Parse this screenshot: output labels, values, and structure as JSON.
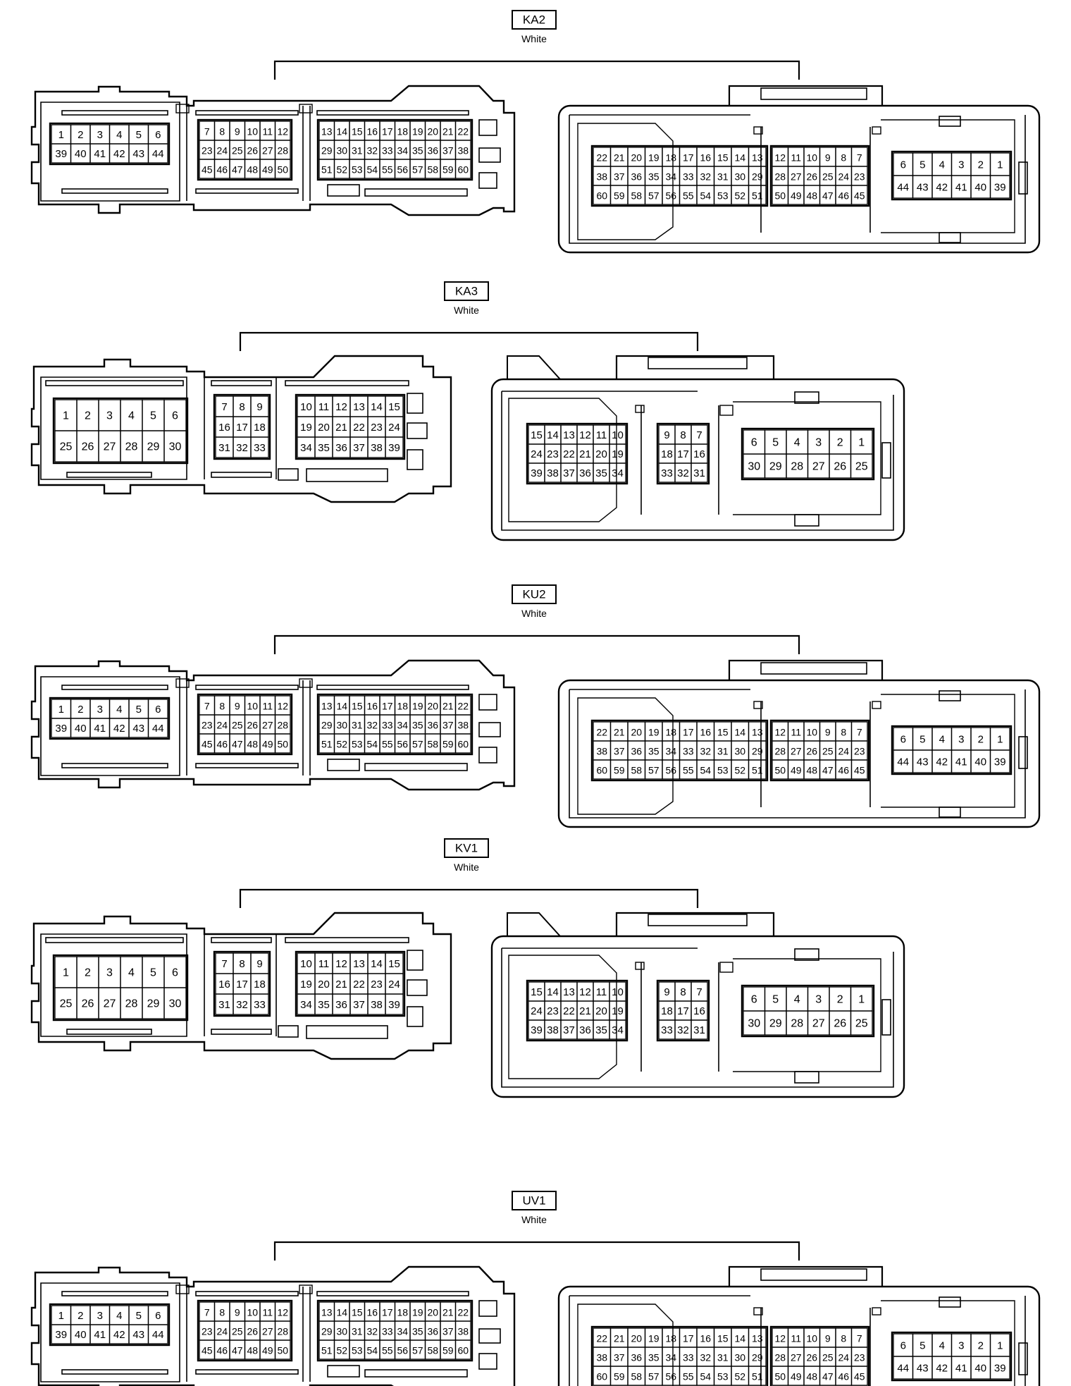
{
  "connectors": [
    {
      "id": "KA2",
      "color": "White",
      "family": "A",
      "left": [
        {
          "rows": [
            [
              "1",
              "2",
              "3",
              "4",
              "5",
              "6"
            ],
            [
              "39",
              "40",
              "41",
              "42",
              "43",
              "44"
            ]
          ]
        },
        {
          "rows": [
            [
              "7",
              "8",
              "9",
              "10",
              "11",
              "12"
            ],
            [
              "23",
              "24",
              "25",
              "26",
              "27",
              "28"
            ],
            [
              "45",
              "46",
              "47",
              "48",
              "49",
              "50"
            ]
          ]
        },
        {
          "rows": [
            [
              "13",
              "14",
              "15",
              "16",
              "17",
              "18",
              "19",
              "20",
              "21",
              "22"
            ],
            [
              "29",
              "30",
              "31",
              "32",
              "33",
              "34",
              "35",
              "36",
              "37",
              "38"
            ],
            [
              "51",
              "52",
              "53",
              "54",
              "55",
              "56",
              "57",
              "58",
              "59",
              "60"
            ]
          ]
        }
      ],
      "right": [
        {
          "rows": [
            [
              "22",
              "21",
              "20",
              "19",
              "18",
              "17",
              "16",
              "15",
              "14",
              "13"
            ],
            [
              "38",
              "37",
              "36",
              "35",
              "34",
              "33",
              "32",
              "31",
              "30",
              "29"
            ],
            [
              "60",
              "59",
              "58",
              "57",
              "56",
              "55",
              "54",
              "53",
              "52",
              "51"
            ]
          ]
        },
        {
          "rows": [
            [
              "12",
              "11",
              "10",
              "9",
              "8",
              "7"
            ],
            [
              "28",
              "27",
              "26",
              "25",
              "24",
              "23"
            ],
            [
              "50",
              "49",
              "48",
              "47",
              "46",
              "45"
            ]
          ]
        },
        {
          "rows": [
            [
              "6",
              "5",
              "4",
              "3",
              "2",
              "1"
            ],
            [
              "44",
              "43",
              "42",
              "41",
              "40",
              "39"
            ]
          ]
        }
      ]
    },
    {
      "id": "KA3",
      "color": "White",
      "family": "B",
      "left": [
        {
          "rows": [
            [
              "1",
              "2",
              "3",
              "4",
              "5",
              "6"
            ],
            [
              "25",
              "26",
              "27",
              "28",
              "29",
              "30"
            ]
          ]
        },
        {
          "rows": [
            [
              "7",
              "8",
              "9"
            ],
            [
              "16",
              "17",
              "18"
            ],
            [
              "31",
              "32",
              "33"
            ]
          ]
        },
        {
          "rows": [
            [
              "10",
              "11",
              "12",
              "13",
              "14",
              "15"
            ],
            [
              "19",
              "20",
              "21",
              "22",
              "23",
              "24"
            ],
            [
              "34",
              "35",
              "36",
              "37",
              "38",
              "39"
            ]
          ]
        }
      ],
      "right": [
        {
          "rows": [
            [
              "15",
              "14",
              "13",
              "12",
              "11",
              "10"
            ],
            [
              "24",
              "23",
              "22",
              "21",
              "20",
              "19"
            ],
            [
              "39",
              "38",
              "37",
              "36",
              "35",
              "34"
            ]
          ]
        },
        {
          "rows": [
            [
              "9",
              "8",
              "7"
            ],
            [
              "18",
              "17",
              "16"
            ],
            [
              "33",
              "32",
              "31"
            ]
          ]
        },
        {
          "rows": [
            [
              "6",
              "5",
              "4",
              "3",
              "2",
              "1"
            ],
            [
              "30",
              "29",
              "28",
              "27",
              "26",
              "25"
            ]
          ]
        }
      ]
    },
    {
      "id": "KU2",
      "color": "White",
      "family": "A",
      "left": [
        {
          "rows": [
            [
              "1",
              "2",
              "3",
              "4",
              "5",
              "6"
            ],
            [
              "39",
              "40",
              "41",
              "42",
              "43",
              "44"
            ]
          ]
        },
        {
          "rows": [
            [
              "7",
              "8",
              "9",
              "10",
              "11",
              "12"
            ],
            [
              "23",
              "24",
              "25",
              "26",
              "27",
              "28"
            ],
            [
              "45",
              "46",
              "47",
              "48",
              "49",
              "50"
            ]
          ]
        },
        {
          "rows": [
            [
              "13",
              "14",
              "15",
              "16",
              "17",
              "18",
              "19",
              "20",
              "21",
              "22"
            ],
            [
              "29",
              "30",
              "31",
              "32",
              "33",
              "34",
              "35",
              "36",
              "37",
              "38"
            ],
            [
              "51",
              "52",
              "53",
              "54",
              "55",
              "56",
              "57",
              "58",
              "59",
              "60"
            ]
          ]
        }
      ],
      "right": [
        {
          "rows": [
            [
              "22",
              "21",
              "20",
              "19",
              "18",
              "17",
              "16",
              "15",
              "14",
              "13"
            ],
            [
              "38",
              "37",
              "36",
              "35",
              "34",
              "33",
              "32",
              "31",
              "30",
              "29"
            ],
            [
              "60",
              "59",
              "58",
              "57",
              "56",
              "55",
              "54",
              "53",
              "52",
              "51"
            ]
          ]
        },
        {
          "rows": [
            [
              "12",
              "11",
              "10",
              "9",
              "8",
              "7"
            ],
            [
              "28",
              "27",
              "26",
              "25",
              "24",
              "23"
            ],
            [
              "50",
              "49",
              "48",
              "47",
              "46",
              "45"
            ]
          ]
        },
        {
          "rows": [
            [
              "6",
              "5",
              "4",
              "3",
              "2",
              "1"
            ],
            [
              "44",
              "43",
              "42",
              "41",
              "40",
              "39"
            ]
          ]
        }
      ]
    },
    {
      "id": "KV1",
      "color": "White",
      "family": "B",
      "left": [
        {
          "rows": [
            [
              "1",
              "2",
              "3",
              "4",
              "5",
              "6"
            ],
            [
              "25",
              "26",
              "27",
              "28",
              "29",
              "30"
            ]
          ]
        },
        {
          "rows": [
            [
              "7",
              "8",
              "9"
            ],
            [
              "16",
              "17",
              "18"
            ],
            [
              "31",
              "32",
              "33"
            ]
          ]
        },
        {
          "rows": [
            [
              "10",
              "11",
              "12",
              "13",
              "14",
              "15"
            ],
            [
              "19",
              "20",
              "21",
              "22",
              "23",
              "24"
            ],
            [
              "34",
              "35",
              "36",
              "37",
              "38",
              "39"
            ]
          ]
        }
      ],
      "right": [
        {
          "rows": [
            [
              "15",
              "14",
              "13",
              "12",
              "11",
              "10"
            ],
            [
              "24",
              "23",
              "22",
              "21",
              "20",
              "19"
            ],
            [
              "39",
              "38",
              "37",
              "36",
              "35",
              "34"
            ]
          ]
        },
        {
          "rows": [
            [
              "9",
              "8",
              "7"
            ],
            [
              "18",
              "17",
              "16"
            ],
            [
              "33",
              "32",
              "31"
            ]
          ]
        },
        {
          "rows": [
            [
              "6",
              "5",
              "4",
              "3",
              "2",
              "1"
            ],
            [
              "30",
              "29",
              "28",
              "27",
              "26",
              "25"
            ]
          ]
        }
      ]
    },
    {
      "id": "UV1",
      "color": "White",
      "family": "A",
      "left": [
        {
          "rows": [
            [
              "1",
              "2",
              "3",
              "4",
              "5",
              "6"
            ],
            [
              "39",
              "40",
              "41",
              "42",
              "43",
              "44"
            ]
          ]
        },
        {
          "rows": [
            [
              "7",
              "8",
              "9",
              "10",
              "11",
              "12"
            ],
            [
              "23",
              "24",
              "25",
              "26",
              "27",
              "28"
            ],
            [
              "45",
              "46",
              "47",
              "48",
              "49",
              "50"
            ]
          ]
        },
        {
          "rows": [
            [
              "13",
              "14",
              "15",
              "16",
              "17",
              "18",
              "19",
              "20",
              "21",
              "22"
            ],
            [
              "29",
              "30",
              "31",
              "32",
              "33",
              "34",
              "35",
              "36",
              "37",
              "38"
            ],
            [
              "51",
              "52",
              "53",
              "54",
              "55",
              "56",
              "57",
              "58",
              "59",
              "60"
            ]
          ]
        }
      ],
      "right": [
        {
          "rows": [
            [
              "22",
              "21",
              "20",
              "19",
              "18",
              "17",
              "16",
              "15",
              "14",
              "13"
            ],
            [
              "38",
              "37",
              "36",
              "35",
              "34",
              "33",
              "32",
              "31",
              "30",
              "29"
            ],
            [
              "60",
              "59",
              "58",
              "57",
              "56",
              "55",
              "54",
              "53",
              "52",
              "51"
            ]
          ]
        },
        {
          "rows": [
            [
              "12",
              "11",
              "10",
              "9",
              "8",
              "7"
            ],
            [
              "28",
              "27",
              "26",
              "25",
              "24",
              "23"
            ],
            [
              "50",
              "49",
              "48",
              "47",
              "46",
              "45"
            ]
          ]
        },
        {
          "rows": [
            [
              "6",
              "5",
              "4",
              "3",
              "2",
              "1"
            ],
            [
              "44",
              "43",
              "42",
              "41",
              "40",
              "39"
            ]
          ]
        }
      ]
    }
  ]
}
